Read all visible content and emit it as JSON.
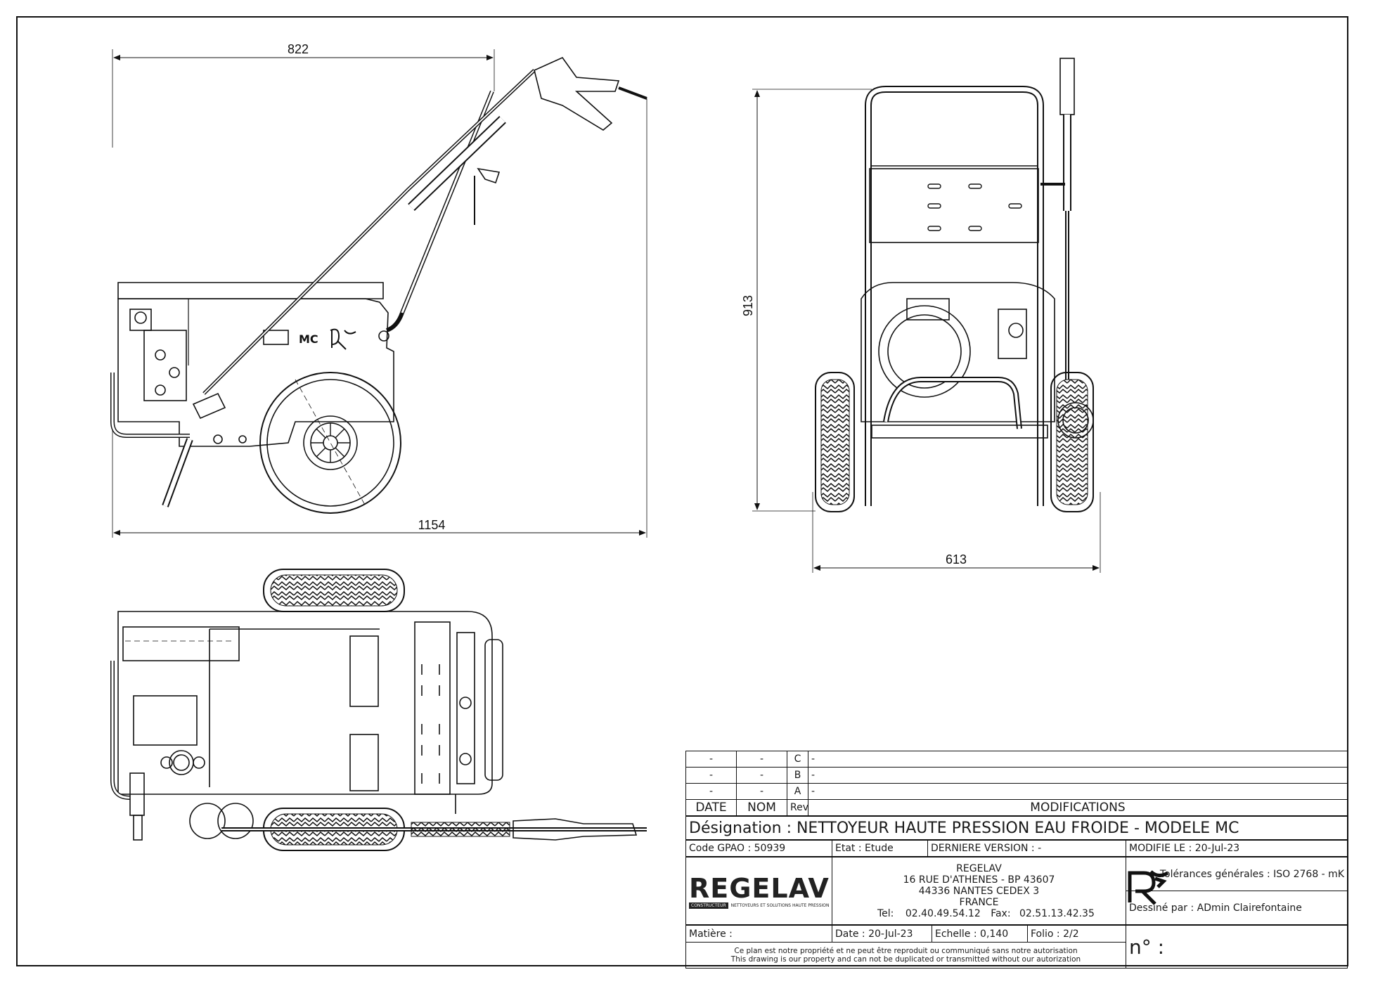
{
  "dimensions": {
    "side_width_top": "822",
    "side_width_bottom": "1154",
    "front_height": "913",
    "front_width": "613"
  },
  "side_labels": {
    "model": "MC"
  },
  "revisions": [
    {
      "date": "-",
      "nom": "-",
      "rev": "C",
      "desc": "-"
    },
    {
      "date": "-",
      "nom": "-",
      "rev": "B",
      "desc": "-"
    },
    {
      "date": "-",
      "nom": "-",
      "rev": "A",
      "desc": "-"
    }
  ],
  "revision_header": {
    "date": "DATE",
    "nom": "NOM",
    "rev": "Rev",
    "modifications": "MODIFICATIONS"
  },
  "designation": "Désignation : NETTOYEUR HAUTE PRESSION EAU FROIDE - MODELE MC",
  "code_gpao": "Code GPAO : 50939",
  "etat": "Etat : Etude",
  "derniere_version": "DERNIERE VERSION : -",
  "modifie_le": "MODIFIE LE : 20-Jul-23",
  "company": {
    "logo": "REGELAV",
    "badge": "CONSTRUCTEUR",
    "tagline": "NETTOYEURS ET SOLUTIONS HAUTE PRESSION",
    "name": "REGELAV",
    "street": "16 RUE D'ATHENES - BP 43607",
    "city": "44336 NANTES CEDEX 3",
    "country": "FRANCE",
    "tel_label": "Tel:",
    "tel": "02.40.49.54.12",
    "fax_label": "Fax:",
    "fax": "02.51.13.42.35"
  },
  "tolerances": "Tolérances générales : ISO 2768 - mK",
  "dessine_par": "Dessiné par : ADmin Clairefontaine",
  "matiere": "Matière :",
  "date": "Date : 20-Jul-23",
  "echelle": "Echelle : 0,140",
  "folio": "Folio : 2/2",
  "numero": "n° :",
  "notice_fr": "Ce plan est notre propriété et ne peut être reproduit ou communiqué sans notre autorisation",
  "notice_en": "This drawing is our property and can not be duplicated or transmitted without our autorization"
}
